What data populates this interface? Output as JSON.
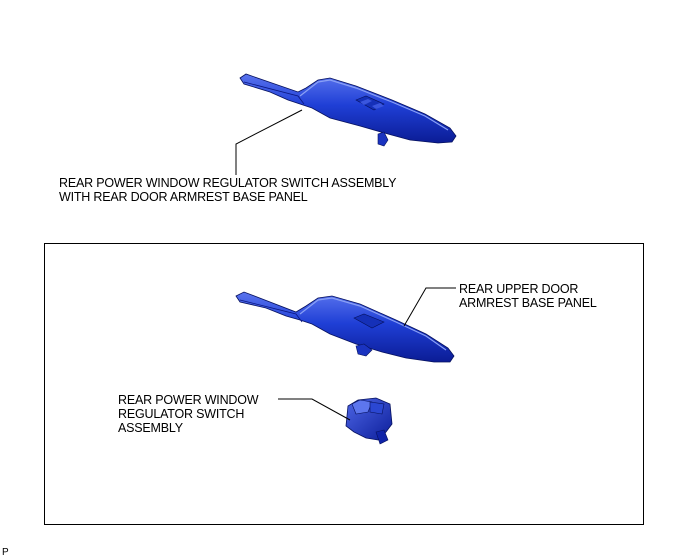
{
  "labels": {
    "assembly_top": [
      "REAR POWER WINDOW REGULATOR SWITCH ASSEMBLY",
      "WITH REAR DOOR ARMREST BASE PANEL"
    ],
    "base_panel": [
      "REAR UPPER DOOR",
      "ARMREST BASE PANEL"
    ],
    "switch_assembly": [
      "REAR POWER WINDOW",
      "REGULATOR SWITCH",
      "ASSEMBLY"
    ],
    "corner_code": "P"
  },
  "colors": {
    "part_fill": "#1f3fd6",
    "part_dark": "#0a1a8a",
    "part_light": "#6f86f0",
    "line": "#000000"
  }
}
